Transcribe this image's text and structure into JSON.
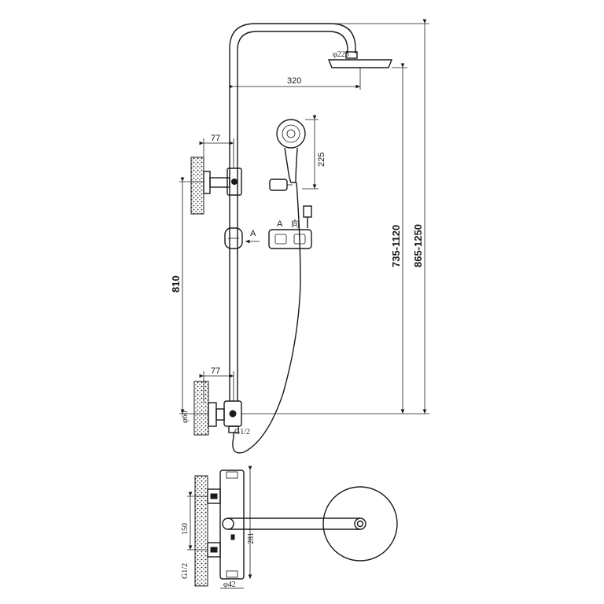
{
  "dimensions": {
    "head_arm": "320",
    "head_diameter": "φ225",
    "hand_shower_length": "225",
    "wall_offset_top": "77",
    "wall_offset_bottom": "77",
    "bracket_spacing": "810",
    "rail_height_range": "735-1120",
    "total_height_range": "865-1250",
    "pipe_diameter_valve": "φ60",
    "inlet_thread": "G1/2",
    "inlet_thread_plan": "G1/2",
    "inlet_spacing": "150",
    "valve_depth": "281",
    "pipe_diameter_plan": "φ42"
  },
  "labels": {
    "section_marker": "A",
    "detail_title": "A",
    "detail_subtitle": "向"
  }
}
